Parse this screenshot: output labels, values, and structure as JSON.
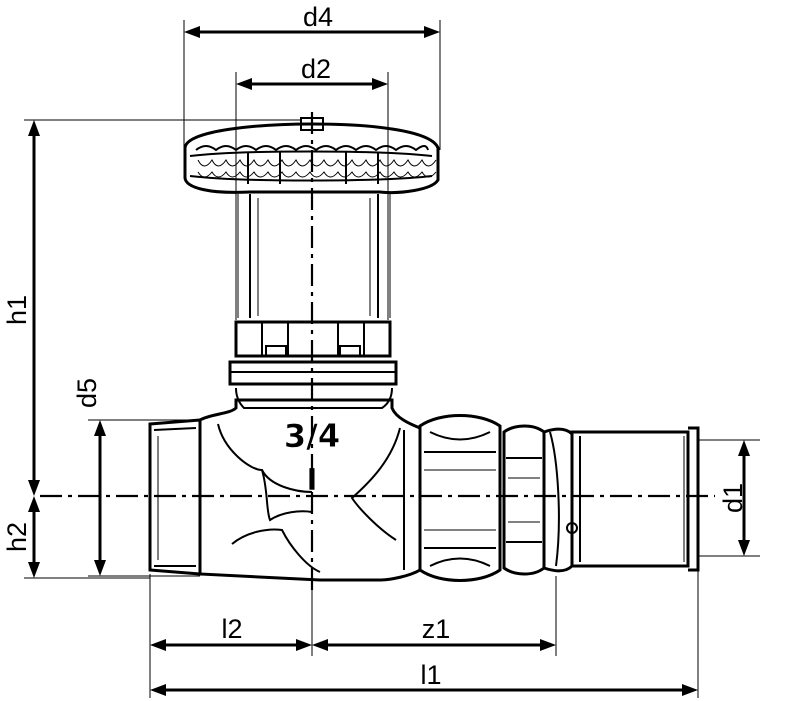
{
  "dimensions": {
    "d4": "d4",
    "d2": "d2",
    "h1": "h1",
    "d5": "d5",
    "h2": "h2",
    "d1": "d1",
    "l2": "l2",
    "z1": "z1",
    "l1": "l1"
  },
  "body_marking": {
    "size": "3/4",
    "flow_mark": "I"
  }
}
